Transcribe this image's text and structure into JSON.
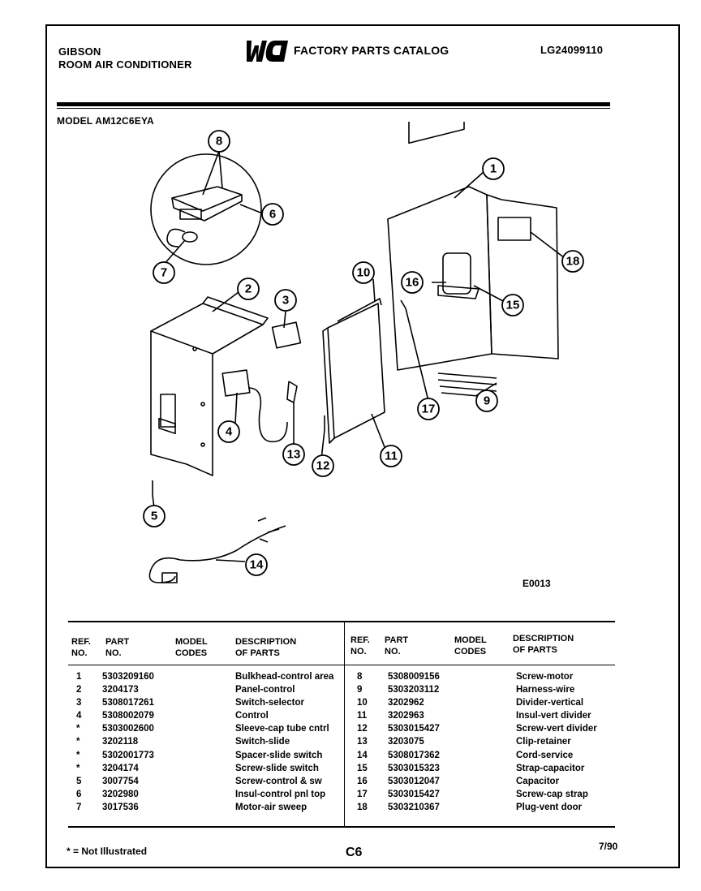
{
  "header": {
    "brand_line1": "GIBSON",
    "brand_line2": "ROOM AIR CONDITIONER",
    "logo_text": "WCI",
    "catalog_title": "FACTORY PARTS CATALOG",
    "document_number": "LG24099110"
  },
  "model_label": "MODEL AM12C6EYA",
  "diagram": {
    "callouts": [
      "1",
      "2",
      "3",
      "4",
      "5",
      "6",
      "7",
      "8",
      "9",
      "10",
      "11",
      "12",
      "13",
      "14",
      "15",
      "16",
      "17",
      "18"
    ],
    "code": "E0013"
  },
  "table": {
    "headers": {
      "ref_line1": "REF.",
      "ref_line2": "NO.",
      "part_line1": "PART",
      "part_line2": "NO.",
      "model_line1": "MODEL",
      "model_line2": "CODES",
      "desc_line1": "DESCRIPTION",
      "desc_line2": "OF PARTS"
    },
    "left_rows": [
      {
        "ref": "1",
        "part": "5303209160",
        "code": "",
        "desc": "Bulkhead-control area"
      },
      {
        "ref": "2",
        "part": "3204173",
        "code": "",
        "desc": "Panel-control"
      },
      {
        "ref": "3",
        "part": "5308017261",
        "code": "",
        "desc": "Switch-selector"
      },
      {
        "ref": "4",
        "part": "5308002079",
        "code": "",
        "desc": "Control"
      },
      {
        "ref": "*",
        "part": "5303002600",
        "code": "",
        "desc": "Sleeve-cap tube cntrl"
      },
      {
        "ref": "*",
        "part": "3202118",
        "code": "",
        "desc": "Switch-slide"
      },
      {
        "ref": "*",
        "part": "5302001773",
        "code": "",
        "desc": "Spacer-slide switch"
      },
      {
        "ref": "*",
        "part": "3204174",
        "code": "",
        "desc": "Screw-slide switch"
      },
      {
        "ref": "5",
        "part": "3007754",
        "code": "",
        "desc": "Screw-control & sw"
      },
      {
        "ref": "6",
        "part": "3202980",
        "code": "",
        "desc": "Insul-control pnl top"
      },
      {
        "ref": "7",
        "part": "3017536",
        "code": "",
        "desc": "Motor-air sweep"
      }
    ],
    "right_rows": [
      {
        "ref": "8",
        "part": "5308009156",
        "code": "",
        "desc": "Screw-motor"
      },
      {
        "ref": "9",
        "part": "5303203112",
        "code": "",
        "desc": "Harness-wire"
      },
      {
        "ref": "10",
        "part": "3202962",
        "code": "",
        "desc": "Divider-vertical"
      },
      {
        "ref": "11",
        "part": "3202963",
        "code": "",
        "desc": "Insul-vert divider"
      },
      {
        "ref": "12",
        "part": "5303015427",
        "code": "",
        "desc": "Screw-vert divider"
      },
      {
        "ref": "13",
        "part": "3203075",
        "code": "",
        "desc": "Clip-retainer"
      },
      {
        "ref": "14",
        "part": "5308017362",
        "code": "",
        "desc": "Cord-service"
      },
      {
        "ref": "15",
        "part": "5303015323",
        "code": "",
        "desc": "Strap-capacitor"
      },
      {
        "ref": "16",
        "part": "5303012047",
        "code": "",
        "desc": "Capacitor"
      },
      {
        "ref": "17",
        "part": "5303015427",
        "code": "",
        "desc": "Screw-cap strap"
      },
      {
        "ref": "18",
        "part": "5303210367",
        "code": "",
        "desc": "Plug-vent door"
      }
    ]
  },
  "footer": {
    "note": "* = Not Illustrated",
    "page": "C6",
    "date": "7/90"
  }
}
